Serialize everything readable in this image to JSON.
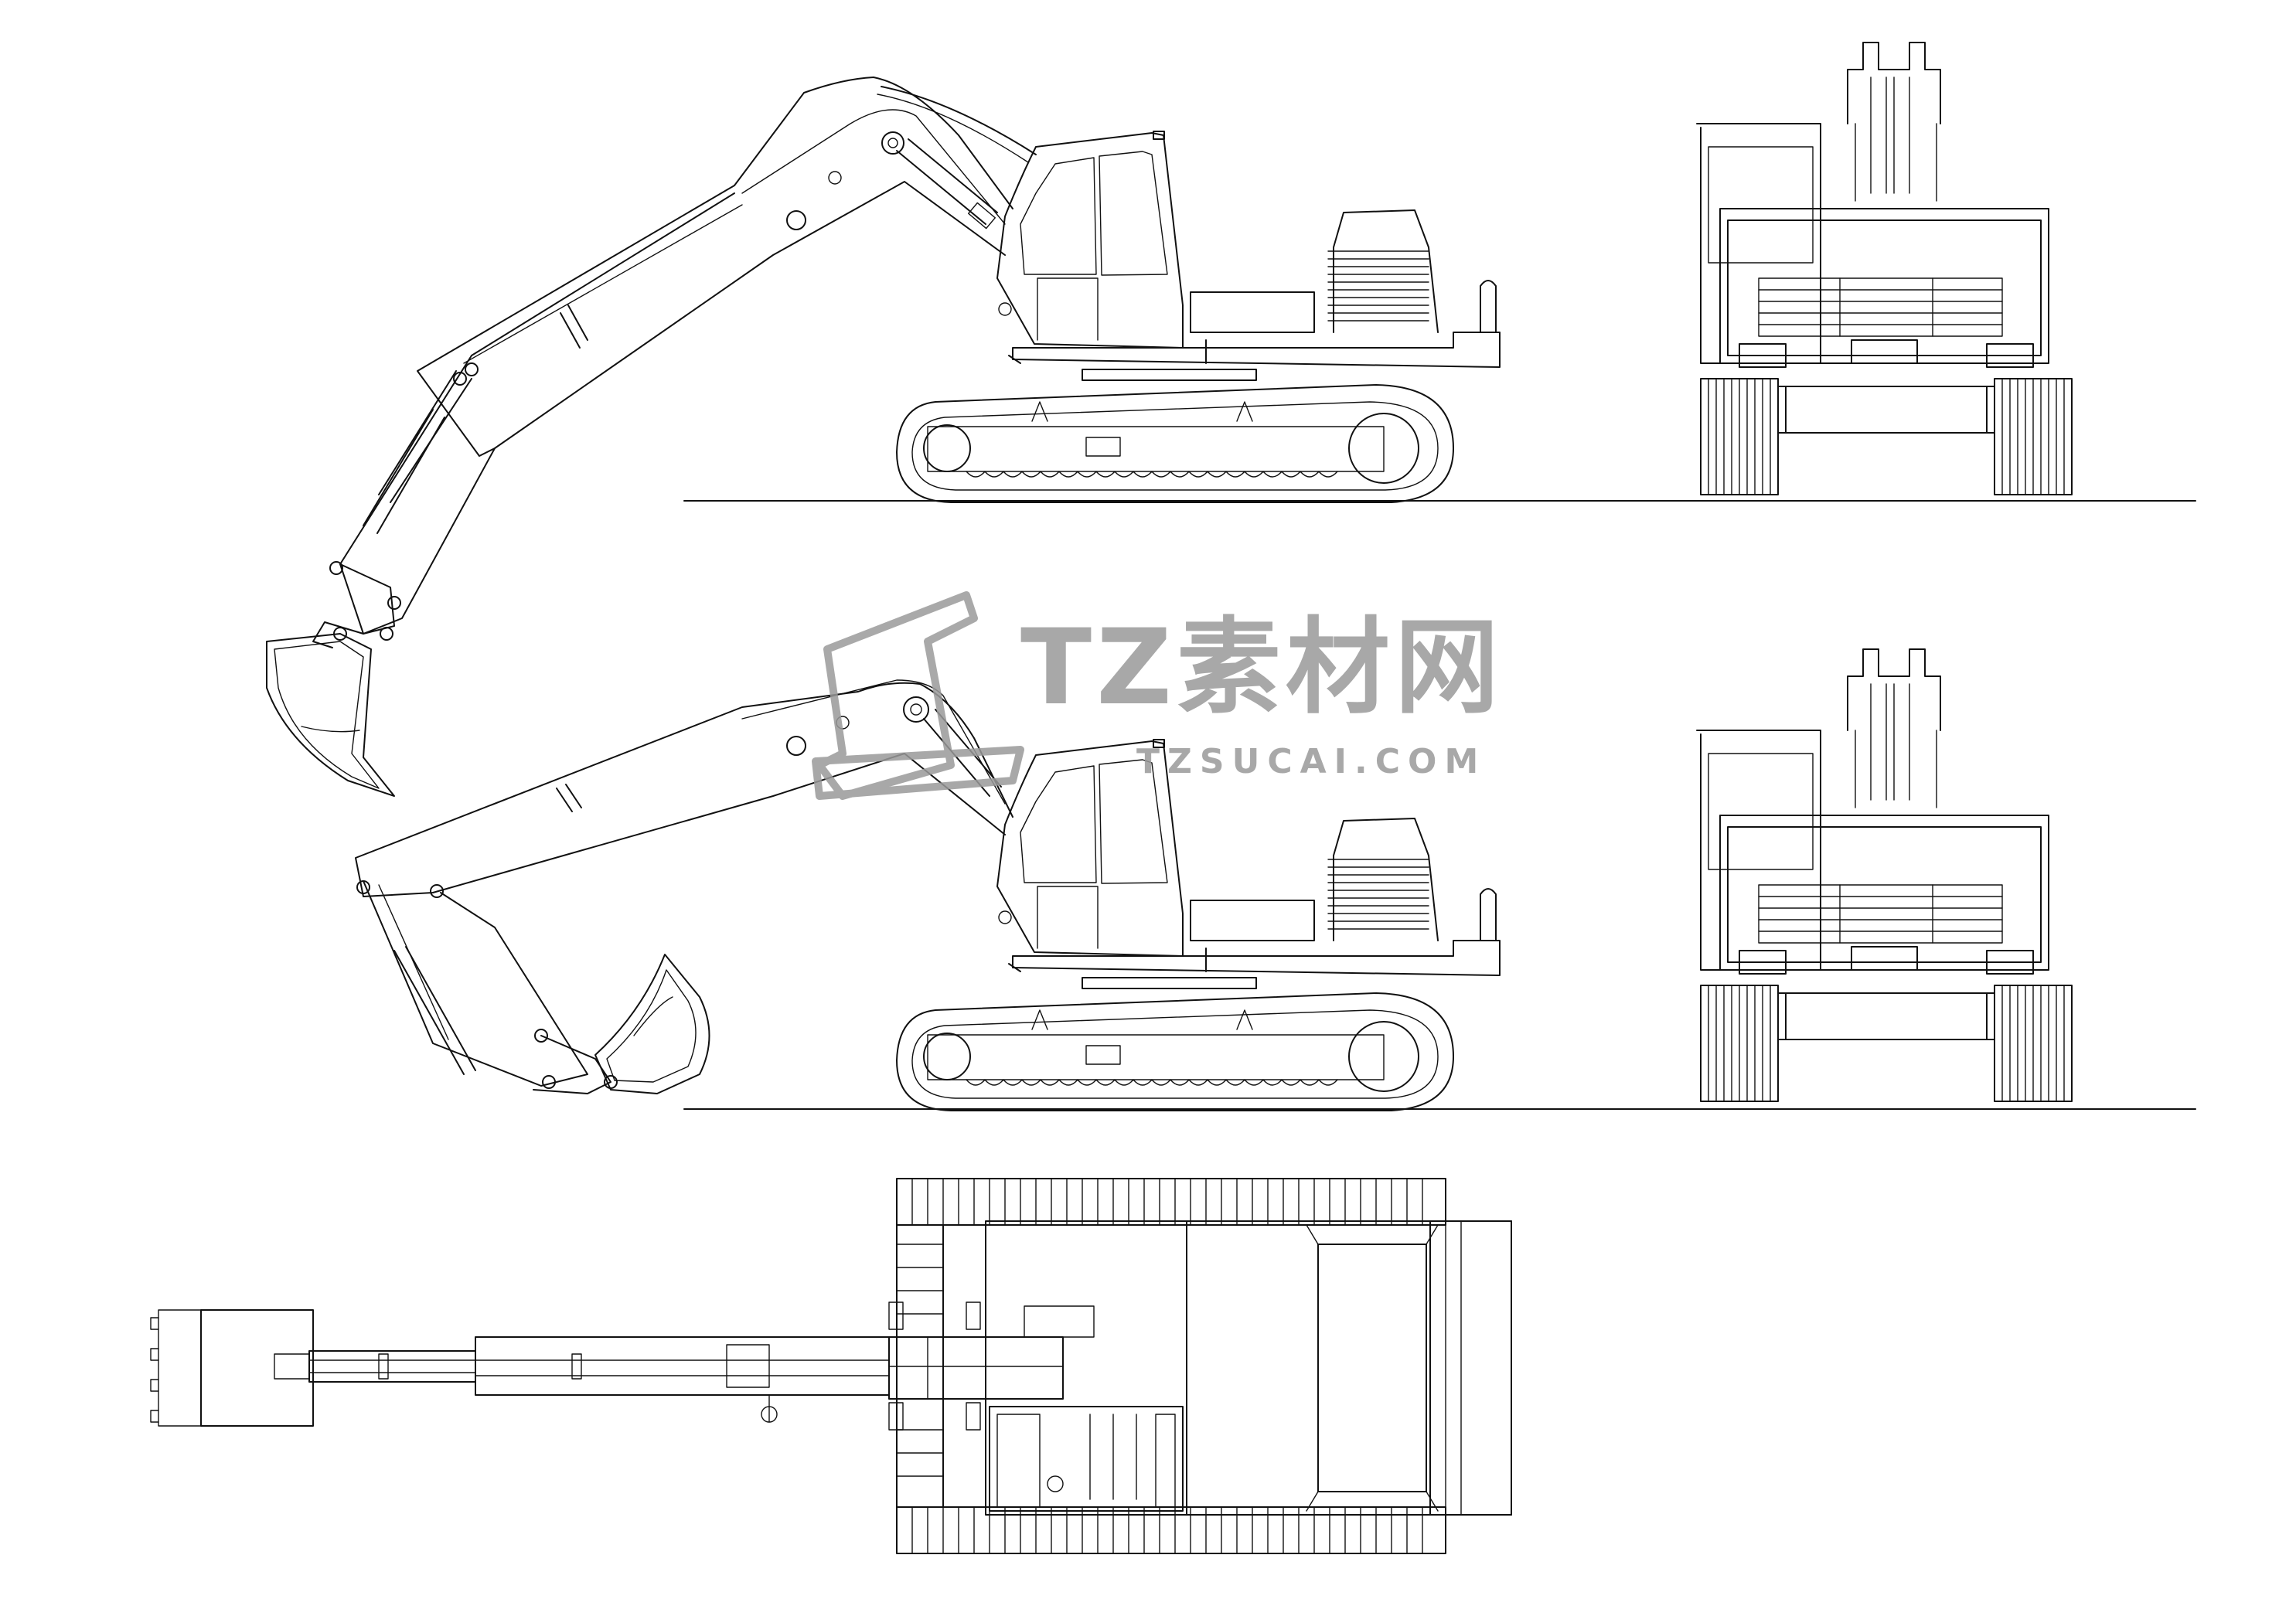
{
  "drawing": {
    "subject": "excavator-technical-drawing",
    "views": [
      "side-view-arm-raised",
      "front-view-upper",
      "side-view-arm-lowered",
      "front-view-lower",
      "top-view"
    ]
  },
  "watermark": {
    "brand_text": "TZ素材网",
    "url_text": "TZSUCAI.COM",
    "color": "#9a9a9a"
  },
  "colors": {
    "line": "#111111",
    "background": "#ffffff"
  }
}
